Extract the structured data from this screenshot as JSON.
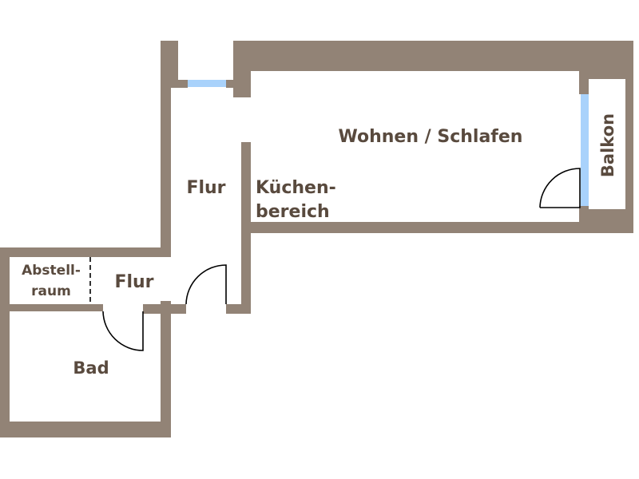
{
  "plan": {
    "wall_color": "#928376",
    "window_color": "#a9d2fb",
    "label_color": "#594a3e",
    "rooms": [
      {
        "id": "wohnen",
        "label": "Wohnen / Schlafen"
      },
      {
        "id": "balkon",
        "label": "Balkon"
      },
      {
        "id": "flur-upper",
        "label": "Flur"
      },
      {
        "id": "kueche",
        "line1": "Küchen-",
        "line2": "bereich"
      },
      {
        "id": "abstellraum",
        "line1": "Abstell-",
        "line2": "raum"
      },
      {
        "id": "flur-lower",
        "label": "Flur"
      },
      {
        "id": "bad",
        "label": "Bad"
      }
    ]
  }
}
